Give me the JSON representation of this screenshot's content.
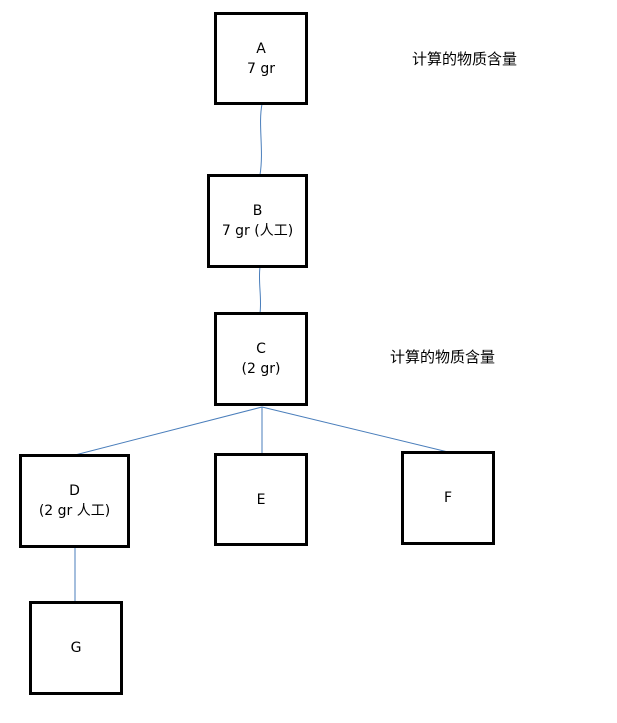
{
  "diagram": {
    "line_color": "#4a7ebb",
    "nodes": {
      "a": {
        "label": "A",
        "value": "7 gr"
      },
      "b": {
        "label": "B",
        "value": "7 gr (人工)"
      },
      "c": {
        "label": "C",
        "value": "(2 gr)"
      },
      "d": {
        "label": "D",
        "value": "(2 gr  人工)"
      },
      "e": {
        "label": "E"
      },
      "f": {
        "label": "F"
      },
      "g": {
        "label": "G"
      }
    },
    "notes": {
      "top": "计算的物质含量",
      "middle": "计算的物质含量"
    }
  }
}
